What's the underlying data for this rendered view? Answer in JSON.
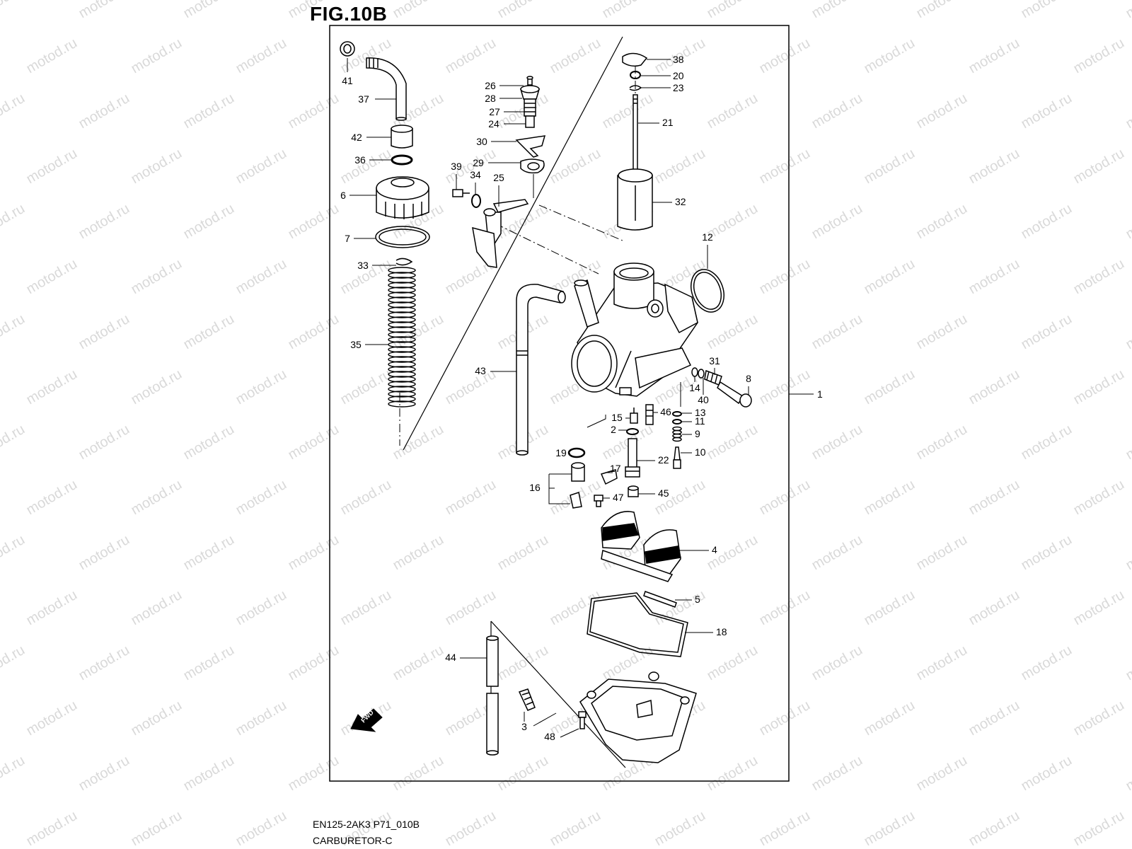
{
  "figure": {
    "title": "FIG.10B",
    "doc_code": "EN125-2AK3 P71_010B",
    "doc_name": "CARBURETOR-C"
  },
  "watermark": "motod.ru",
  "parts": [
    {
      "label": "41"
    },
    {
      "label": "37"
    },
    {
      "label": "42"
    },
    {
      "label": "36"
    },
    {
      "label": "6"
    },
    {
      "label": "7"
    },
    {
      "label": "33"
    },
    {
      "label": "35"
    },
    {
      "label": "26"
    },
    {
      "label": "28"
    },
    {
      "label": "27"
    },
    {
      "label": "24"
    },
    {
      "label": "30"
    },
    {
      "label": "29"
    },
    {
      "label": "39"
    },
    {
      "label": "34"
    },
    {
      "label": "25"
    },
    {
      "label": "38"
    },
    {
      "label": "20"
    },
    {
      "label": "23"
    },
    {
      "label": "21"
    },
    {
      "label": "32"
    },
    {
      "label": "12"
    },
    {
      "label": "31"
    },
    {
      "label": "8"
    },
    {
      "label": "14"
    },
    {
      "label": "40"
    },
    {
      "label": "1"
    },
    {
      "label": "43"
    },
    {
      "label": "15"
    },
    {
      "label": "46"
    },
    {
      "label": "13"
    },
    {
      "label": "11"
    },
    {
      "label": "2"
    },
    {
      "label": "9"
    },
    {
      "label": "19"
    },
    {
      "label": "22"
    },
    {
      "label": "10"
    },
    {
      "label": "17"
    },
    {
      "label": "16"
    },
    {
      "label": "47"
    },
    {
      "label": "45"
    },
    {
      "label": "4"
    },
    {
      "label": "5"
    },
    {
      "label": "18"
    },
    {
      "label": "44"
    },
    {
      "label": "3"
    },
    {
      "label": "48"
    }
  ],
  "fwd_label": "FWD"
}
